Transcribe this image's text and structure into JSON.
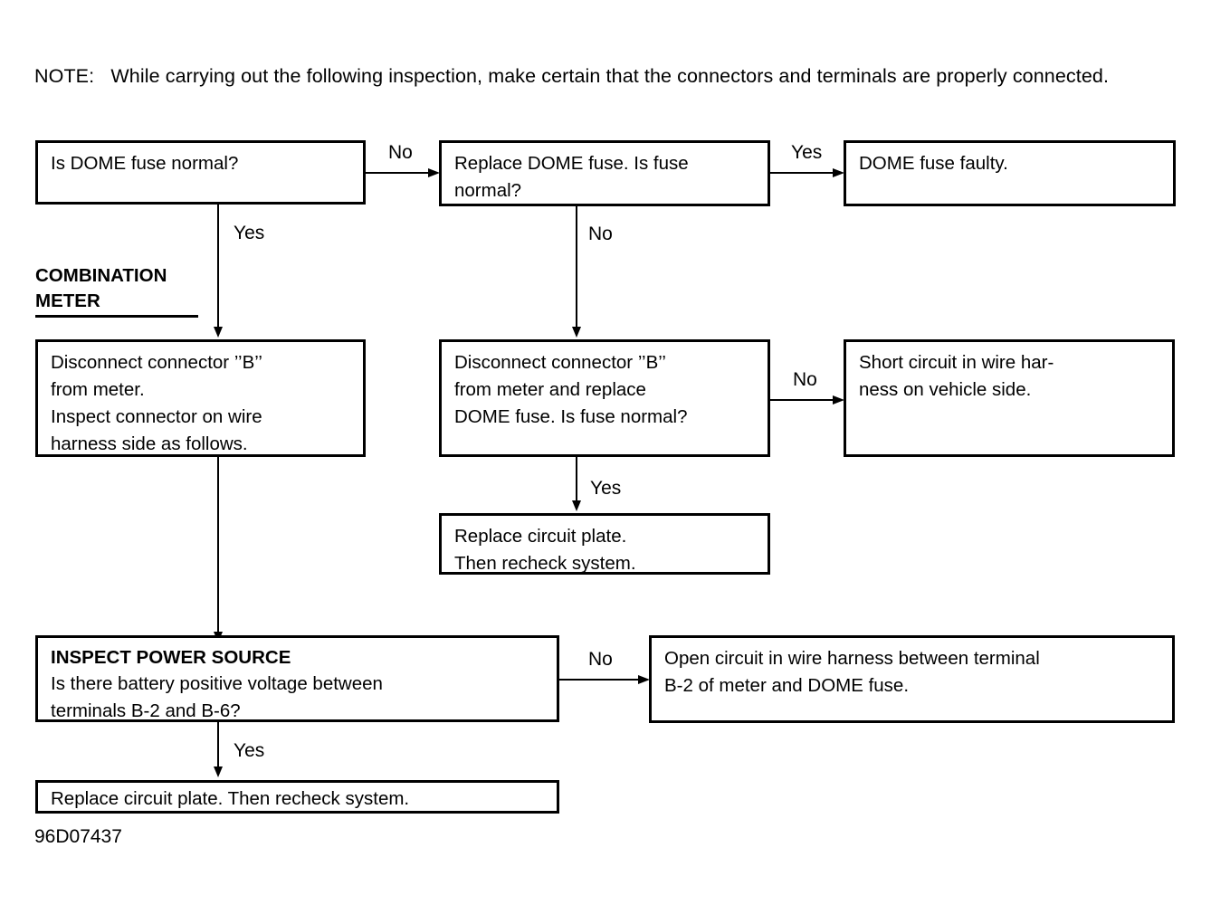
{
  "document": {
    "note_label": "NOTE:",
    "note_text": "NOTE:   While carrying out the following inspection, make certain that the connectors and terminals are properly connected.",
    "figure_code": "96D07437",
    "section_heading": "COMBINATION\nMETER",
    "ink_color": "#000000",
    "background_color": "#ffffff"
  },
  "flowchart": {
    "type": "troubleshooting-flowchart",
    "boxes": [
      {
        "id": "b1",
        "text": "Is DOME fuse normal?"
      },
      {
        "id": "b2",
        "text": "Replace DOME fuse. Is fuse\nnormal?"
      },
      {
        "id": "b3",
        "text": "DOME fuse faulty."
      },
      {
        "id": "b4",
        "text": "Disconnect connector ’’B’’\nfrom meter.\nInspect connector on wire\nharness side as follows."
      },
      {
        "id": "b5",
        "text": "Disconnect connector ’’B’’\nfrom meter and replace\nDOME fuse. Is fuse normal?"
      },
      {
        "id": "b6",
        "text": "Short circuit in wire har-\nness on vehicle side."
      },
      {
        "id": "b7",
        "text": "Replace circuit plate.\nThen recheck system."
      },
      {
        "id": "b8",
        "heading": "INSPECT POWER SOURCE",
        "text": "Is there battery positive voltage between\nterminals B-2 and B-6?"
      },
      {
        "id": "b9",
        "text": "Open circuit in wire harness between terminal\nB-2 of meter and DOME fuse."
      },
      {
        "id": "b10",
        "text": "Replace circuit plate. Then recheck system."
      }
    ],
    "edges": [
      {
        "id": "e1",
        "from": "b1",
        "to": "b2",
        "label": "No"
      },
      {
        "id": "e2",
        "from": "b2",
        "to": "b3",
        "label": "Yes"
      },
      {
        "id": "e3",
        "from": "b1",
        "to": "b4",
        "label": "Yes"
      },
      {
        "id": "e4",
        "from": "b2",
        "to": "b5",
        "label": "No"
      },
      {
        "id": "e5",
        "from": "b5",
        "to": "b6",
        "label": "No"
      },
      {
        "id": "e6",
        "from": "b5",
        "to": "b7",
        "label": "Yes"
      },
      {
        "id": "e7",
        "from": "b4",
        "to": "b8",
        "label": ""
      },
      {
        "id": "e8",
        "from": "b8",
        "to": "b9",
        "label": "No"
      },
      {
        "id": "e9",
        "from": "b8",
        "to": "b10",
        "label": "Yes"
      }
    ]
  }
}
